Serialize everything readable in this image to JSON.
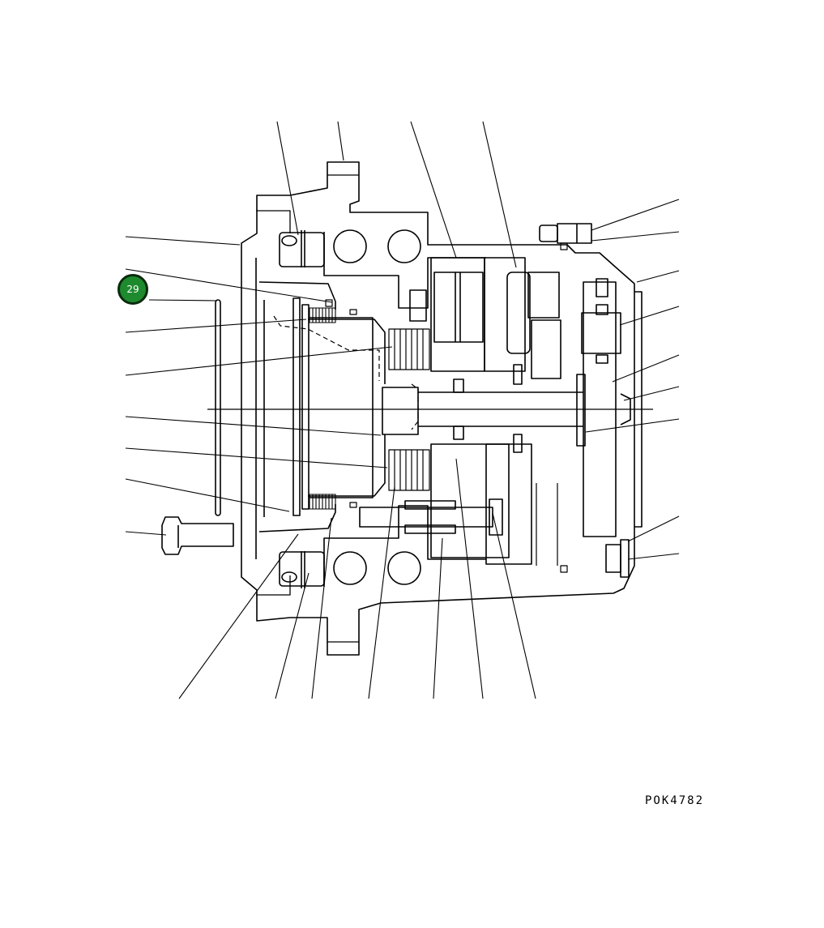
{
  "diagram": {
    "callout_number": "29",
    "drawing_code": "POK4782",
    "colors": {
      "line": "#000000",
      "background": "#ffffff",
      "callout_fill": "#1e8a2e",
      "callout_border": "#0a2a0d",
      "callout_text": "#ffffff"
    },
    "icons": [
      "callout-badge"
    ]
  }
}
